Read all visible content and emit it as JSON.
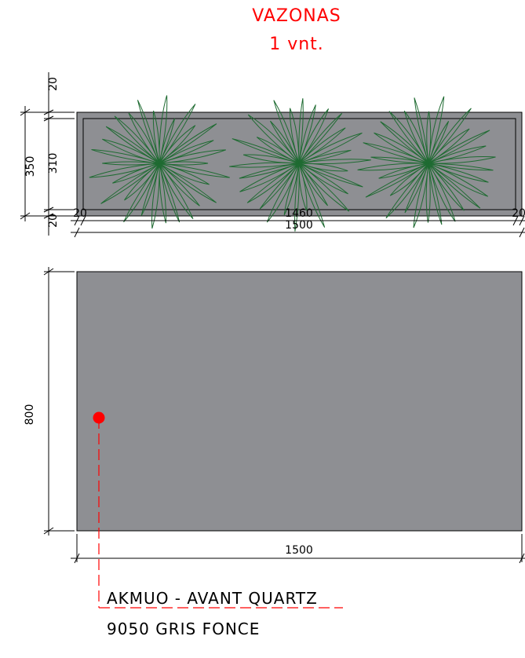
{
  "title": {
    "line1": "VAZONAS",
    "line2": "1 vnt."
  },
  "top_view": {
    "dim_top_border": "20",
    "dim_total_height": "350",
    "dim_inner_height": "310",
    "dim_bottom_border": "20",
    "dim_left_border": "20",
    "dim_inner_width": "1460",
    "dim_right_border": "20",
    "dim_total_width": "1500",
    "plant_count": 3,
    "colors": {
      "fill": "#8e8f93",
      "plant": "#1f6b32"
    }
  },
  "front_view": {
    "dim_height": "800",
    "dim_width": "1500",
    "colors": {
      "fill": "#8e8f93"
    }
  },
  "material_callout": {
    "line1": "AKMUO - AVANT QUARTZ",
    "line2": "9050 GRIS FONCE",
    "colors": {
      "marker": "#ff0000"
    }
  }
}
